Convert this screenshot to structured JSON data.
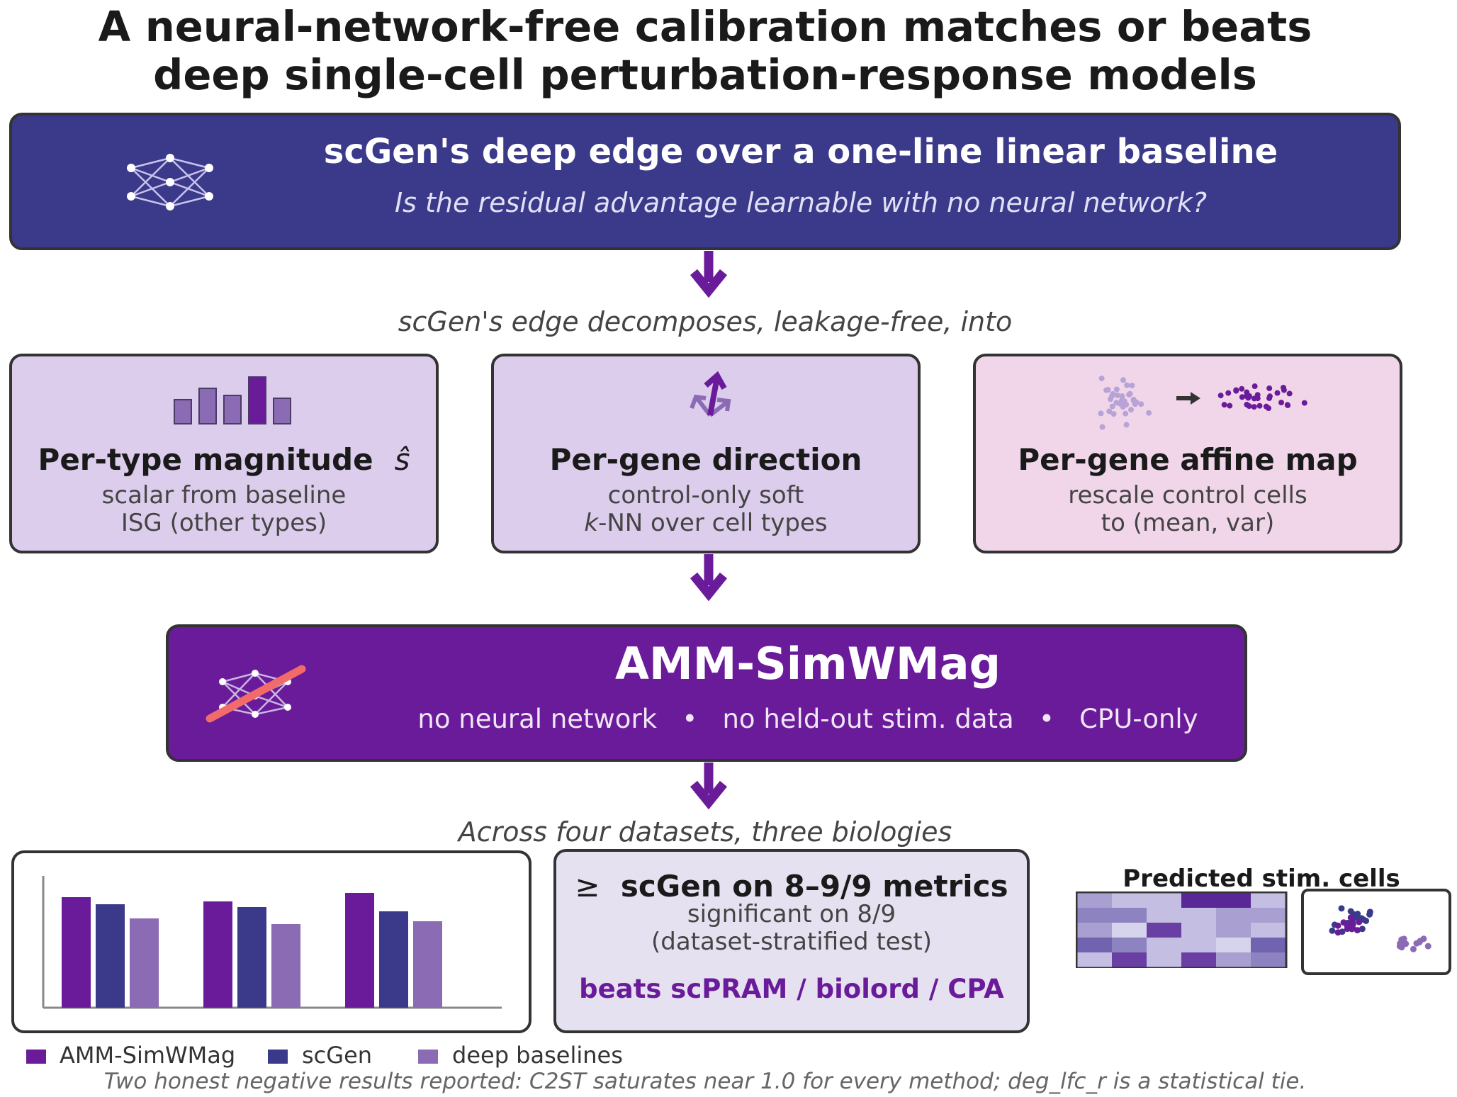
{
  "title_line1": "A neural-network-free calibration matches or beats",
  "title_line2": "deep single-cell perturbation-response models",
  "top": {
    "heading": "scGen's deep edge over a one-line linear baseline",
    "subtitle": "Is the residual advantage learnable with no neural network?",
    "icon": "neural-network-icon"
  },
  "decompose_caption": "scGen's edge decomposes, leakage-free, into",
  "cards": [
    {
      "title": "Per-type magnitude",
      "symbol": "ŝ",
      "line1": "scalar from baseline",
      "line2": "ISG (other types)",
      "icon": "bar-chart-icon",
      "bg": "#dccdec"
    },
    {
      "title": "Per-gene direction",
      "line1": "control-only soft",
      "line2_italic": "k",
      "line2_rest": "-NN over cell types",
      "icon": "direction-arrows-icon",
      "bg": "#dccdec"
    },
    {
      "title": "Per-gene affine map",
      "line1": "rescale control cells",
      "line2": "to (mean, var)",
      "icon": "scatter-transform-icon",
      "bg": "#f1d6ea"
    }
  ],
  "amm": {
    "title": "AMM-SimWMag",
    "subtitle": "no neural network   •   no held-out stim. data   •   CPU-only",
    "icon": "crossed-neural-network-icon"
  },
  "datasets_caption": "Across four datasets, three biologies",
  "result": {
    "headline_symbol": "≥",
    "headline": "scGen on 8–9/9 metrics",
    "line1": "significant on 8/9",
    "line2": "(dataset-stratified test)",
    "beats": "beats scPRAM / biolord / CPA"
  },
  "predicted_label": "Predicted stim. cells",
  "bar_panel": {
    "groups": [
      [
        0.78,
        0.73,
        0.63
      ],
      [
        0.75,
        0.71,
        0.59
      ],
      [
        0.81,
        0.68,
        0.61
      ]
    ],
    "colors": [
      "#6a1b9a",
      "#3b3a8a",
      "#8c6bb5"
    ]
  },
  "legend": [
    {
      "label": "AMM-SimWMag",
      "color": "#6a1b9a"
    },
    {
      "label": "scGen",
      "color": "#3b3a8a"
    },
    {
      "label": "deep baselines",
      "color": "#8c6bb5"
    }
  ],
  "footer": "Two honest negative results reported: C2ST saturates near 1.0 for every method; deg_lfc_r is a statistical tie.",
  "colors": {
    "navy": "#3b3a8a",
    "purple": "#6a1b9a",
    "lavender": "#dccdec",
    "pink": "#f1d6ea",
    "strike": "#f26b6b"
  }
}
